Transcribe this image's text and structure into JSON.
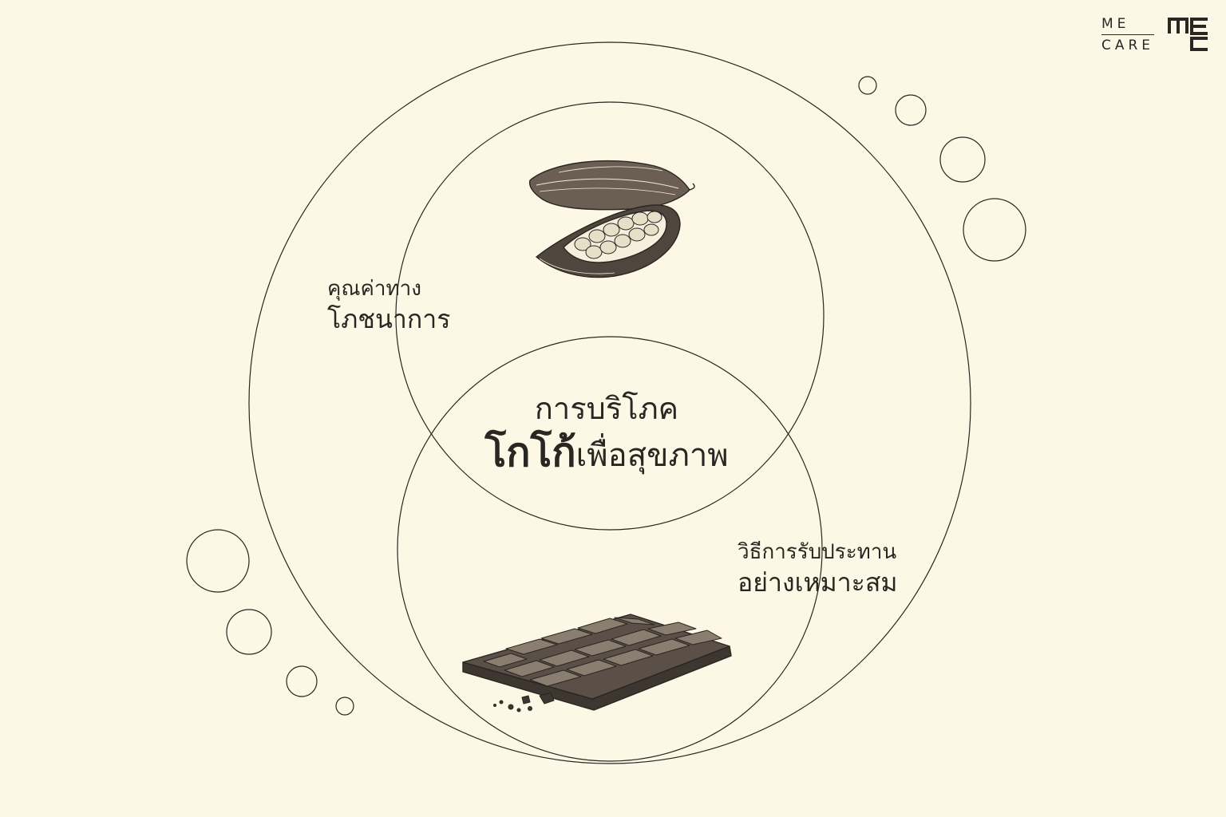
{
  "brand": {
    "line1": "ME",
    "line2": "CARE"
  },
  "center": {
    "line1": "การบริโภค",
    "line2_bold": "โกโก้",
    "line2_rest": "เพื่อสุขภาพ"
  },
  "topic_nutrition": {
    "line1": "คุณค่าทาง",
    "line2": "โภชนาการ"
  },
  "topic_consumption": {
    "line1": "วิธีการรับประทาน",
    "line2": "อย่างเหมาะสม"
  },
  "illustrations": {
    "top": "cacao-pod",
    "bottom": "chocolate-bar"
  },
  "colors": {
    "background": "#fdf8e6",
    "ink": "#2a2622"
  }
}
